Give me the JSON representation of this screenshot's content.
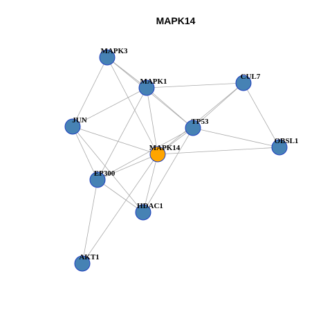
{
  "title": "MAPK14",
  "colors": {
    "node_default": "#4682b4",
    "node_focus": "#ffa500",
    "node_border": "#1f3fbf",
    "edge": "#a8a8a8"
  },
  "nodes": [
    {
      "id": "MAPK3",
      "label": "MAPK3"
    },
    {
      "id": "MAPK1",
      "label": "MAPK1"
    },
    {
      "id": "CUL7",
      "label": "CUL7"
    },
    {
      "id": "JUN",
      "label": "JUN"
    },
    {
      "id": "TP53",
      "label": "TP53"
    },
    {
      "id": "OBSL1",
      "label": "OBSL1"
    },
    {
      "id": "MAPK14",
      "label": "MAPK14",
      "focus": true
    },
    {
      "id": "EP300",
      "label": "EP300"
    },
    {
      "id": "HDAC1",
      "label": "HDAC1"
    },
    {
      "id": "AKT1",
      "label": "AKT1"
    }
  ],
  "edges": [
    [
      "MAPK3",
      "MAPK1"
    ],
    [
      "MAPK3",
      "TP53"
    ],
    [
      "MAPK3",
      "JUN"
    ],
    [
      "MAPK3",
      "MAPK14"
    ],
    [
      "MAPK1",
      "CUL7"
    ],
    [
      "MAPK1",
      "TP53"
    ],
    [
      "MAPK1",
      "JUN"
    ],
    [
      "MAPK1",
      "MAPK14"
    ],
    [
      "MAPK1",
      "EP300"
    ],
    [
      "CUL7",
      "TP53"
    ],
    [
      "CUL7",
      "OBSL1"
    ],
    [
      "CUL7",
      "MAPK14"
    ],
    [
      "JUN",
      "MAPK14"
    ],
    [
      "JUN",
      "EP300"
    ],
    [
      "JUN",
      "HDAC1"
    ],
    [
      "TP53",
      "OBSL1"
    ],
    [
      "TP53",
      "MAPK14"
    ],
    [
      "TP53",
      "EP300"
    ],
    [
      "TP53",
      "HDAC1"
    ],
    [
      "MAPK14",
      "OBSL1"
    ],
    [
      "MAPK14",
      "EP300"
    ],
    [
      "MAPK14",
      "HDAC1"
    ],
    [
      "MAPK14",
      "AKT1"
    ],
    [
      "EP300",
      "HDAC1"
    ],
    [
      "EP300",
      "AKT1"
    ]
  ]
}
